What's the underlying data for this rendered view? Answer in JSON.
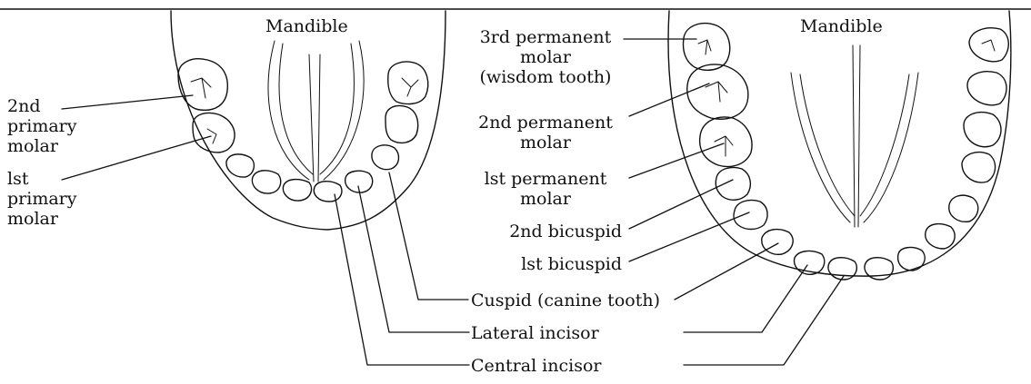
{
  "primary_jaw": {
    "title": "Mandible",
    "labels": {
      "second_molar": [
        "2nd",
        "primary",
        "molar"
      ],
      "first_molar": [
        "lst",
        "primary",
        "molar"
      ]
    }
  },
  "permanent_jaw": {
    "title": "Mandible",
    "labels": {
      "third_molar": [
        "3rd permanent",
        "molar",
        "(wisdom tooth)"
      ],
      "second_molar": [
        "2nd permanent",
        "molar"
      ],
      "first_molar": [
        "lst permanent",
        "molar"
      ],
      "second_bicuspid": "2nd bicuspid",
      "first_bicuspid": "lst bicuspid"
    }
  },
  "shared_labels": {
    "cuspid": "Cuspid (canine tooth)",
    "lateral_incisor": "Lateral incisor",
    "central_incisor": "Central incisor"
  }
}
